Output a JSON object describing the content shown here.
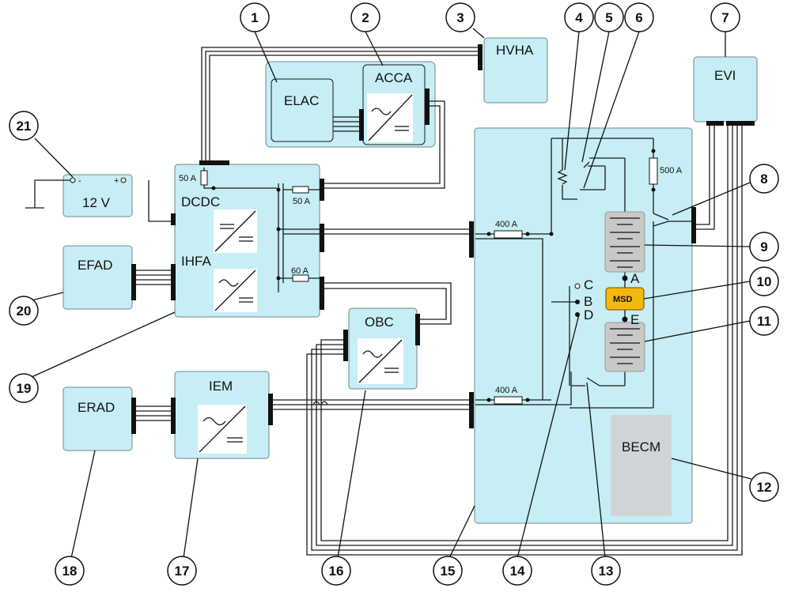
{
  "components": {
    "hvha": "HVHA",
    "elac": "ELAC",
    "acca": "ACCA",
    "evi": "EVI",
    "dcdc": "DCDC",
    "ihfa": "IHFA",
    "battery_12v": "12 V",
    "efad": "EFAD",
    "obc": "OBC",
    "erad": "ERAD",
    "iem": "IEM",
    "becm": "BECM",
    "msd": "MSD"
  },
  "fuses": {
    "dcdc_50a_a": "50 A",
    "dcdc_50a_b": "50 A",
    "dcdc_60a": "60 A",
    "main_400a_top": "400 A",
    "main_400a_bottom": "400 A",
    "precharge_500a": "500 A"
  },
  "terminals": {
    "a": "A",
    "b": "B",
    "c": "C",
    "d": "D",
    "e": "E",
    "minus": "-",
    "plus": "+"
  },
  "callouts": [
    "1",
    "2",
    "3",
    "4",
    "5",
    "6",
    "7",
    "8",
    "9",
    "10",
    "11",
    "12",
    "13",
    "14",
    "15",
    "16",
    "17",
    "18",
    "19",
    "20",
    "21"
  ]
}
